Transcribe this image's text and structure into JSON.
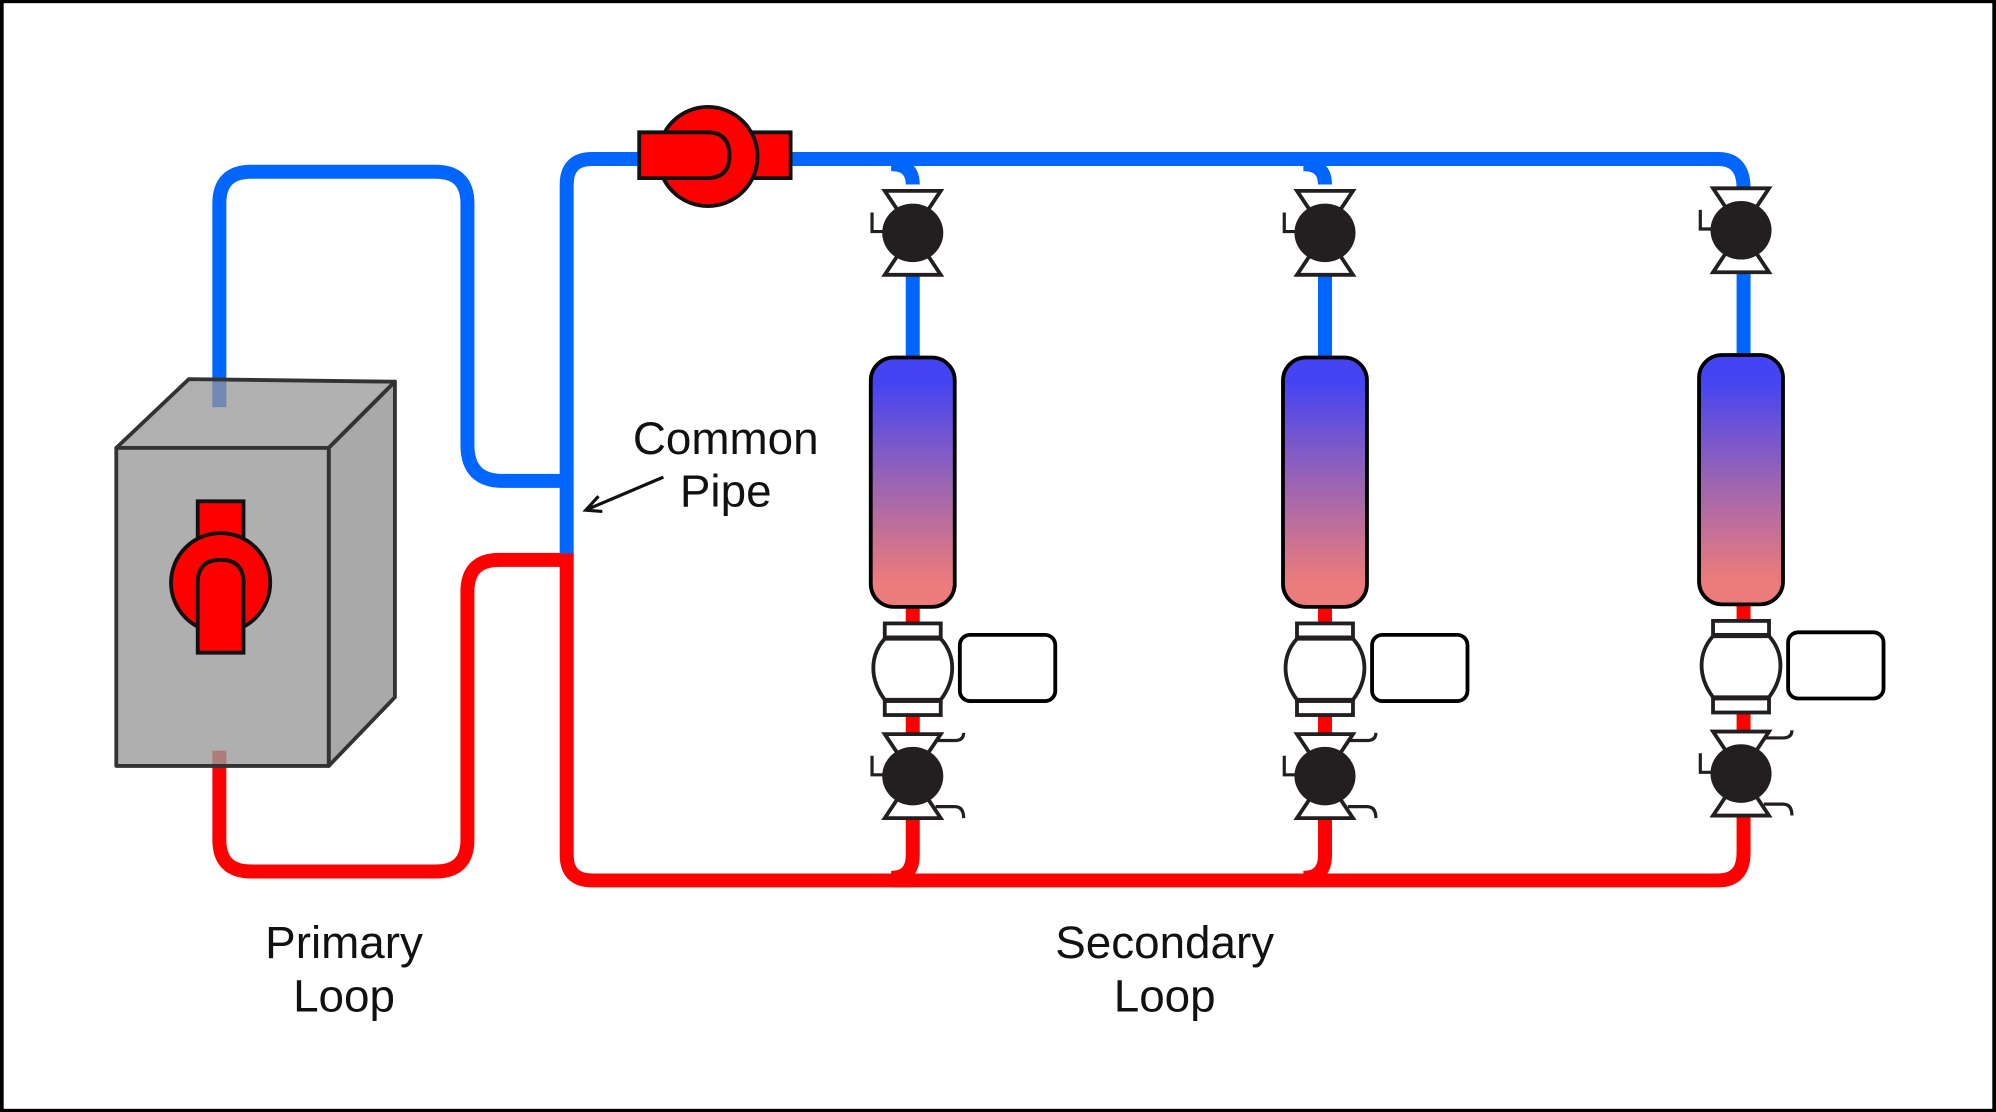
{
  "labels": {
    "common_pipe": [
      "Common",
      "Pipe"
    ],
    "primary_loop": [
      "Primary",
      "Loop"
    ],
    "secondary_loop": [
      "Secondary",
      "Loop"
    ]
  },
  "colors": {
    "supply_pipe": "#0066ff",
    "return_pipe": "#ff0000",
    "pump": "#ff0000",
    "boiler": "#9a9a9a",
    "coil_top": "#4444f2",
    "coil_bottom": "#ec7b7b",
    "valve": "#231f20"
  },
  "branches": 3
}
